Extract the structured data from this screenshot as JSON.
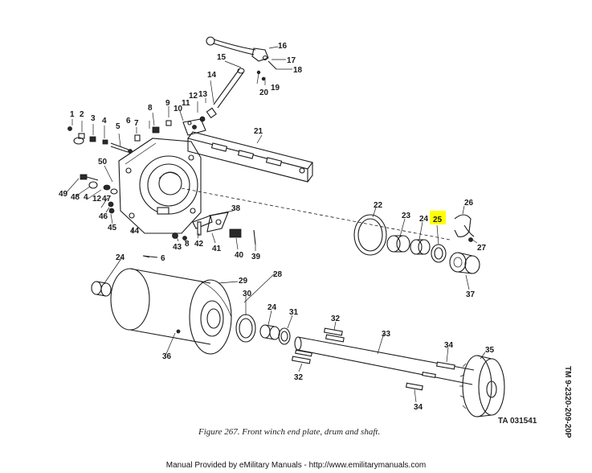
{
  "figure": {
    "caption": "Figure 267.  Front winch end plate, drum and shaft.",
    "ta_number": "TA 031541",
    "tm_number": "TM 9-2320-209-20P",
    "highlight_color": "#ffff00",
    "highlighted_label": "25"
  },
  "footer": {
    "text": "Manual Provided by eMilitary Manuals - http://www.emilitarymanuals.com"
  },
  "callouts": [
    {
      "id": "1",
      "text": "1"
    },
    {
      "id": "2",
      "text": "2"
    },
    {
      "id": "3",
      "text": "3"
    },
    {
      "id": "4",
      "text": "4"
    },
    {
      "id": "5",
      "text": "5"
    },
    {
      "id": "6",
      "text": "6"
    },
    {
      "id": "7",
      "text": "7"
    },
    {
      "id": "8",
      "text": "8"
    },
    {
      "id": "9",
      "text": "9"
    },
    {
      "id": "10",
      "text": "10"
    },
    {
      "id": "11",
      "text": "11"
    },
    {
      "id": "12",
      "text": "12"
    },
    {
      "id": "13",
      "text": "13"
    },
    {
      "id": "14",
      "text": "14"
    },
    {
      "id": "15",
      "text": "15"
    },
    {
      "id": "16",
      "text": "16"
    },
    {
      "id": "17",
      "text": "17"
    },
    {
      "id": "18",
      "text": "18"
    },
    {
      "id": "19",
      "text": "19"
    },
    {
      "id": "20",
      "text": "20"
    },
    {
      "id": "21",
      "text": "21"
    },
    {
      "id": "22",
      "text": "22"
    },
    {
      "id": "23",
      "text": "23"
    },
    {
      "id": "24",
      "text": "24"
    },
    {
      "id": "25",
      "text": "25"
    },
    {
      "id": "26",
      "text": "26"
    },
    {
      "id": "27",
      "text": "27"
    },
    {
      "id": "28",
      "text": "28"
    },
    {
      "id": "29",
      "text": "29"
    },
    {
      "id": "30",
      "text": "30"
    },
    {
      "id": "31",
      "text": "31"
    },
    {
      "id": "32",
      "text": "32"
    },
    {
      "id": "33",
      "text": "33"
    },
    {
      "id": "34",
      "text": "34"
    },
    {
      "id": "35",
      "text": "35"
    },
    {
      "id": "36",
      "text": "36"
    },
    {
      "id": "37",
      "text": "37"
    },
    {
      "id": "38",
      "text": "38"
    },
    {
      "id": "39",
      "text": "39"
    },
    {
      "id": "40",
      "text": "40"
    },
    {
      "id": "41",
      "text": "41"
    },
    {
      "id": "42",
      "text": "42"
    },
    {
      "id": "43",
      "text": "43"
    },
    {
      "id": "44",
      "text": "44"
    },
    {
      "id": "45",
      "text": "45"
    },
    {
      "id": "46",
      "text": "46"
    },
    {
      "id": "47",
      "text": "47"
    },
    {
      "id": "48",
      "text": "48"
    },
    {
      "id": "49",
      "text": "49"
    },
    {
      "id": "50",
      "text": "50"
    }
  ]
}
